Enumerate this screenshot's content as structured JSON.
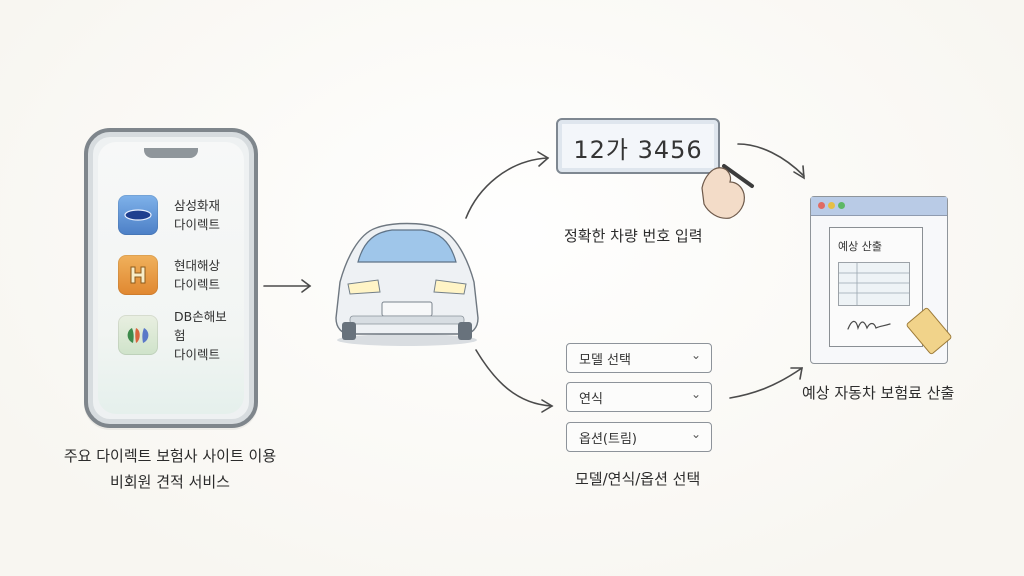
{
  "left_panel": {
    "apps": [
      {
        "line1": "삼성화재",
        "line2": "다이렉트",
        "icon": "samsung-ellipse-icon"
      },
      {
        "line1": "현대해상",
        "line2": "다이렉트",
        "icon": "hyundai-h-icon"
      },
      {
        "line1": "DB손해보험",
        "line2": "다이렉트",
        "icon": "db-logo-icon"
      }
    ],
    "caption_line1": "주요 다이렉트 보험사 사이트 이용",
    "caption_line2": "비회원 견적 서비스"
  },
  "plate": {
    "number": "12가 3456",
    "caption": "정확한 차량 번호 입력"
  },
  "dropdowns": {
    "items": [
      "모델 선택",
      "연식",
      "옵션(트림)"
    ],
    "caption": "모델/연식/옵션 선택"
  },
  "result": {
    "doc_title": "예상 산출",
    "caption": "예상 자동차 보험료 산출"
  },
  "colors": {
    "samsung_blue": "#4c7fc6",
    "hyundai_orange": "#e79a3a",
    "db_green": "#5da66d",
    "browser_bar": "#b9cbe6"
  }
}
